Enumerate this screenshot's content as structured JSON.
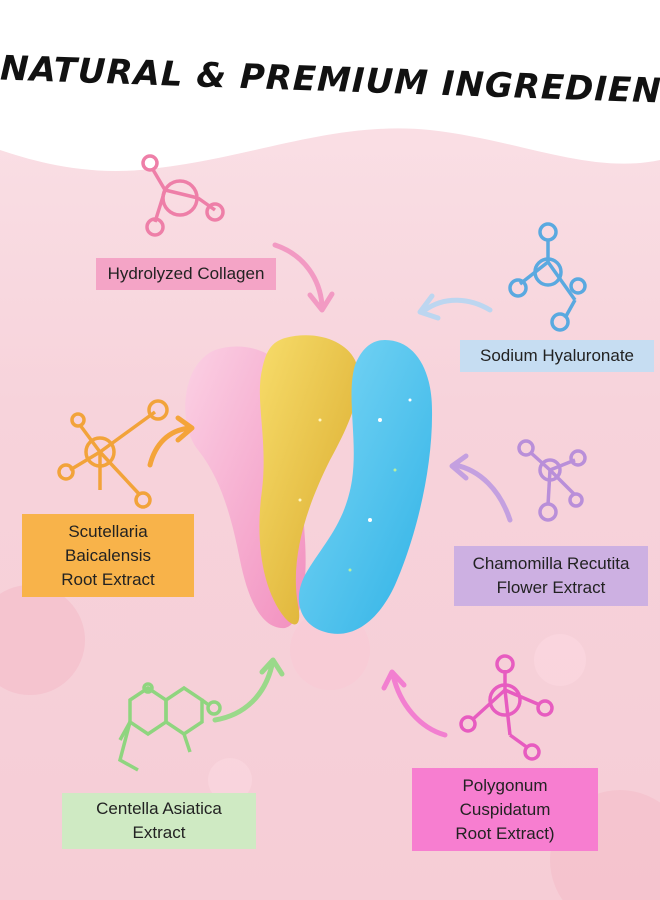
{
  "title": "NATURAL & PREMIUM INGREDIENTS",
  "ingredients": [
    {
      "id": "collagen",
      "lines": [
        "Hydrolyzed Collagen"
      ],
      "color": "#f4a4c6",
      "icon_color": "#ee7fa8"
    },
    {
      "id": "sodium",
      "lines": [
        "Sodium Hyaluronate"
      ],
      "color": "#c6ddf2",
      "icon_color": "#5aa9e0"
    },
    {
      "id": "scut",
      "lines": [
        "Scutellaria Baicalensis",
        "Root Extract"
      ],
      "color": "#f8b34a",
      "icon_color": "#f2a33a"
    },
    {
      "id": "chamo",
      "lines": [
        "Chamomilla Recutita",
        "Flower Extract"
      ],
      "color": "#cdb0e2",
      "icon_color": "#b98fd9"
    },
    {
      "id": "centella",
      "lines": [
        "Centella Asiatica Extract"
      ],
      "color": "#cfeac3",
      "icon_color": "#8fd57f"
    },
    {
      "id": "polyg",
      "lines": [
        "Polygonum Cuspidatum",
        "Root Extract)"
      ],
      "color": "#f77ed0",
      "icon_color": "#e75cc0"
    }
  ],
  "patch_colors": {
    "pink": "#f6a6cc",
    "gold": "#e9c14a",
    "blue": "#52c3ee"
  }
}
